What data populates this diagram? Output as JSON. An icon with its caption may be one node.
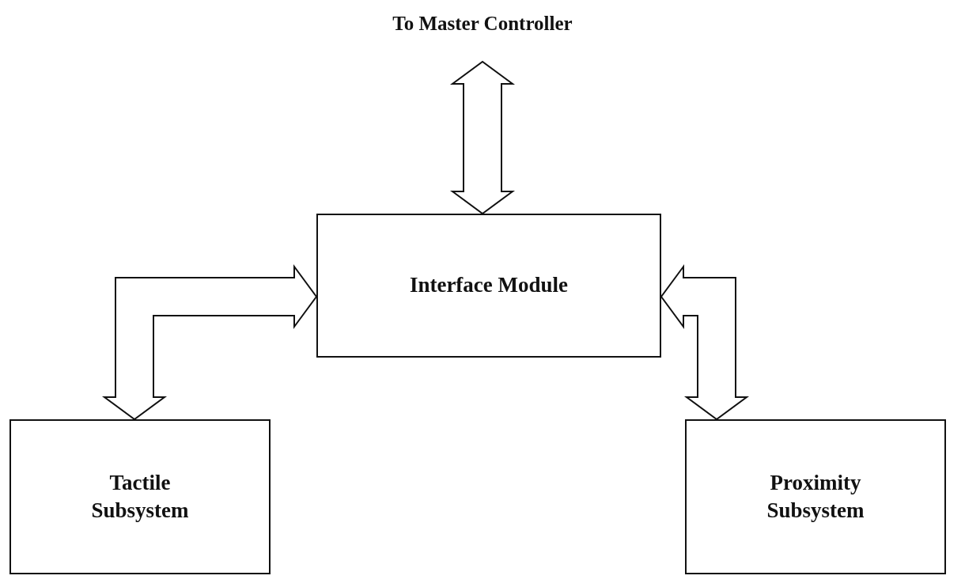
{
  "diagram": {
    "nodes": [
      {
        "text": [
          "To Master Controller"
        ]
      },
      {
        "text": [
          "Interface Module"
        ]
      },
      {
        "text": [
          "Tactile Subsystem"
        ]
      },
      {
        "text": [
          "Proximity Subsystem"
        ]
      }
    ],
    "edges": [
      {
        "from": 1,
        "to": 0,
        "arrow": "both"
      },
      {
        "from": 1,
        "to": 2,
        "arrow": "both"
      },
      {
        "from": 1,
        "to": 3,
        "arrow": "both"
      }
    ]
  }
}
